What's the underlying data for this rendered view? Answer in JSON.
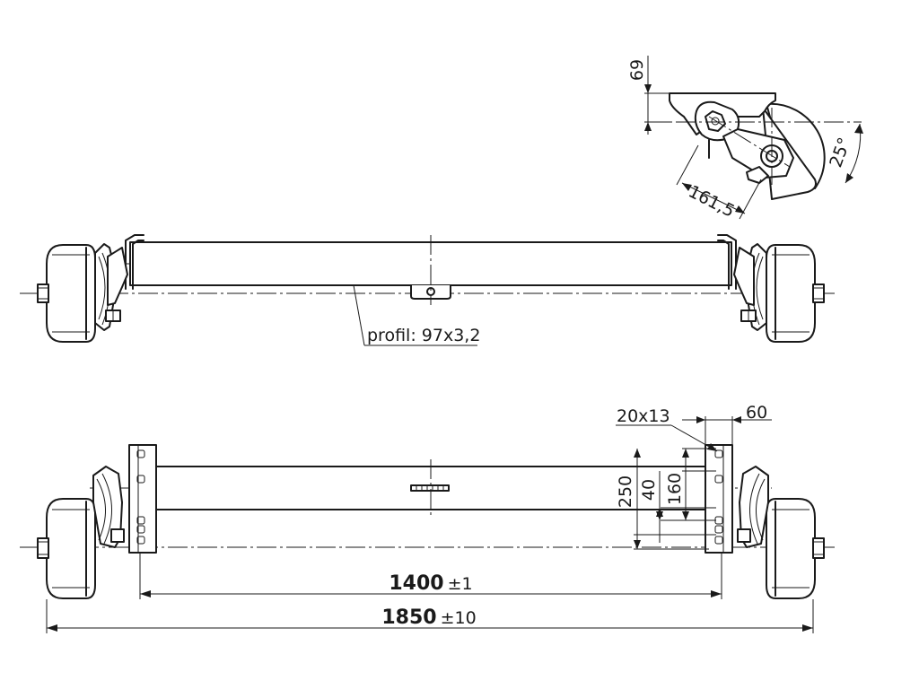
{
  "drawing": {
    "labels": {
      "profile": "profil: 97x3,2",
      "hole": "20x13",
      "flange_width": "60",
      "plate_height": "250",
      "slot_spacing": "40",
      "hole_spacing": "160",
      "top_offset": "69",
      "arm_length": "161,5",
      "arm_angle": "25°"
    },
    "dimensions": {
      "mount_spacing": {
        "value": "1400",
        "tolerance": "±1"
      },
      "overall_width": {
        "value": "1850",
        "tolerance": "±10"
      }
    }
  }
}
